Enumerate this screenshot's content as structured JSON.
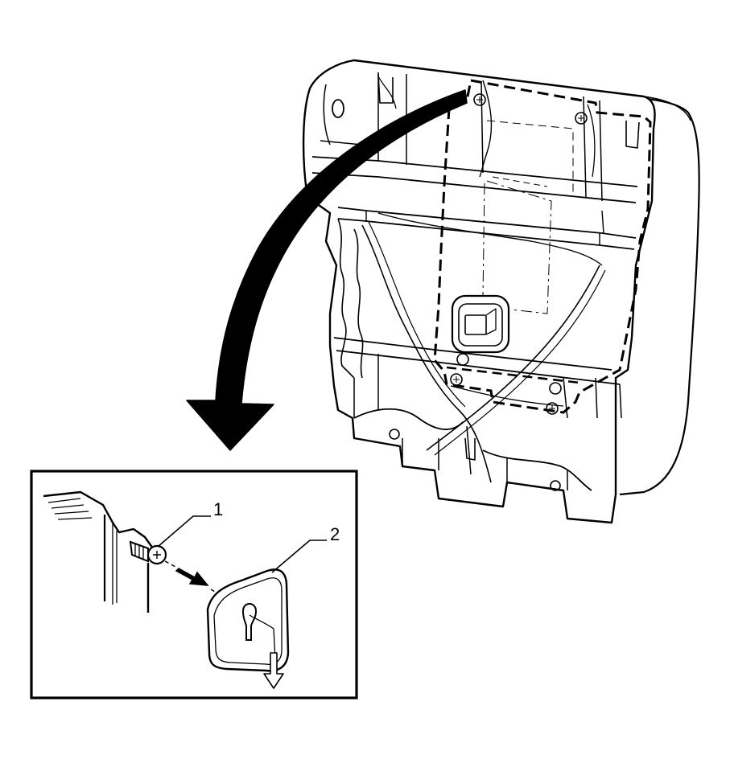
{
  "diagram": {
    "callouts": [
      {
        "id": "1",
        "label": "1"
      },
      {
        "id": "2",
        "label": "2"
      }
    ],
    "colors": {
      "line": "#000000",
      "fill": "#ffffff",
      "shade": "#f2f2f2"
    }
  }
}
